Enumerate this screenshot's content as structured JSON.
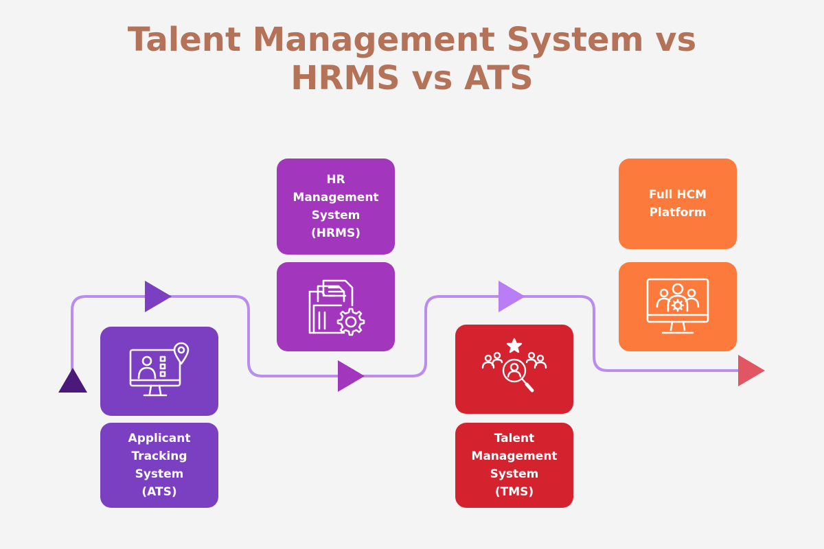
{
  "title": {
    "line1": "Talent Management System vs",
    "line2": "HRMS vs ATS"
  },
  "colors": {
    "background": "#f5f4f4",
    "title": "#b47358",
    "path": "#b98cf0",
    "ats": "#7b3fc1",
    "hrms": "#a236bd",
    "tms": "#d5222f",
    "hcm": "#fb7a3c",
    "start_arrow": "#4a1a7a",
    "end_arrow": "#e25563"
  },
  "stages": [
    {
      "id": "ats",
      "label_lines": [
        "Applicant",
        "Tracking",
        "System",
        "(ATS)"
      ],
      "icon": "monitor-person-location-icon"
    },
    {
      "id": "hrms",
      "label_lines": [
        "HR",
        "Management",
        "System",
        "(HRMS)"
      ],
      "icon": "folder-documents-gear-icon"
    },
    {
      "id": "tms",
      "label_lines": [
        "Talent",
        "Management",
        "System",
        "(TMS)"
      ],
      "icon": "talent-search-star-icon"
    },
    {
      "id": "hcm",
      "label_lines": [
        "Full HCM",
        "Platform"
      ],
      "icon": "monitor-team-icon"
    }
  ]
}
